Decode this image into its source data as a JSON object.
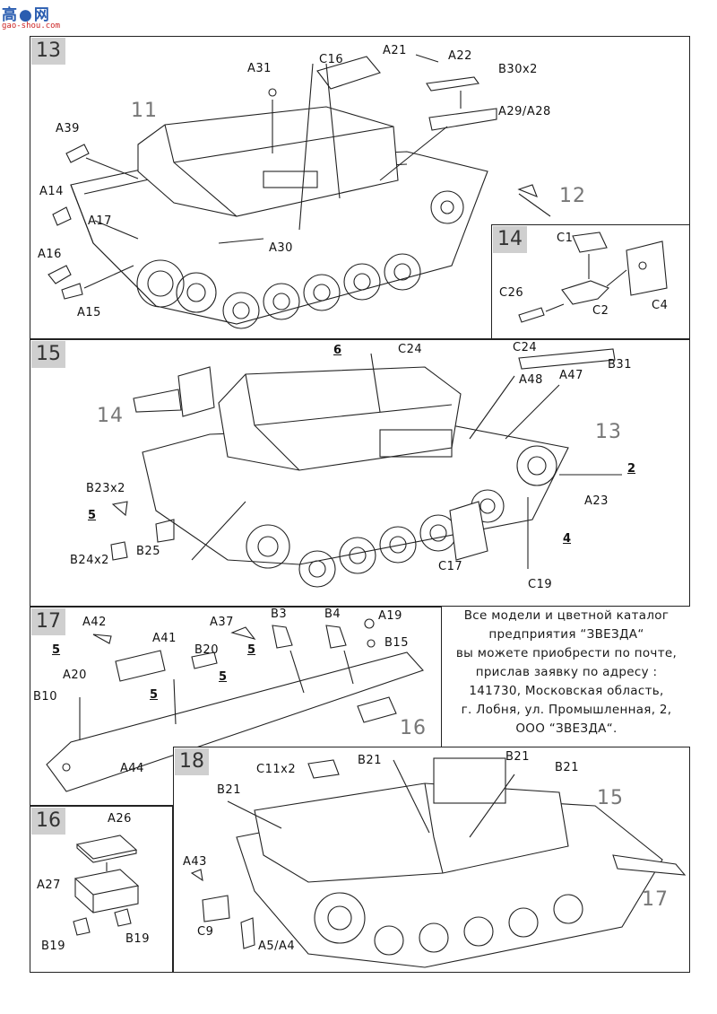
{
  "logo": {
    "brand": "高●网",
    "site": "gao-shou.com"
  },
  "steps": {
    "s13": {
      "number": "13",
      "labels": [
        "A31",
        "C16",
        "A21",
        "A22",
        "B30x2",
        "A29/A28",
        "A39",
        "11",
        "A14",
        "A17",
        "A30",
        "12",
        "A16",
        "A15"
      ]
    },
    "s14": {
      "number": "14",
      "labels": [
        "C1",
        "C26",
        "C2",
        "C4"
      ]
    },
    "s15": {
      "number": "15",
      "labels": [
        "C24",
        "C24",
        "B31",
        "A48",
        "A47",
        "13",
        "14",
        "B23x2",
        "B25",
        "B24x2",
        "A23",
        "C17",
        "C19"
      ],
      "notes": [
        "6",
        "5",
        "2",
        "4"
      ]
    },
    "s17": {
      "number": "17",
      "labels": [
        "A42",
        "A41",
        "A37",
        "B3",
        "B4",
        "A19",
        "B15",
        "B20",
        "A20",
        "B10",
        "A44",
        "16"
      ],
      "notes": [
        "5",
        "5",
        "5",
        "5"
      ]
    },
    "s16": {
      "number": "16",
      "labels": [
        "A26",
        "A27",
        "B19",
        "B19"
      ]
    },
    "s18": {
      "number": "18",
      "labels": [
        "C11x2",
        "B21",
        "B21",
        "B21",
        "B21",
        "15",
        "A43",
        "C9",
        "A5/A4",
        "17"
      ]
    }
  },
  "info_text": [
    "Все модели и цветной каталог",
    "предприятия “ЗВЕЗДА“",
    "вы можете приобрести по почте,",
    "прислав заявку по адресу :",
    "141730, Московская область,",
    "г. Лобня, ул. Промышленная, 2,",
    "ООО “ЗВЕЗДА“."
  ]
}
